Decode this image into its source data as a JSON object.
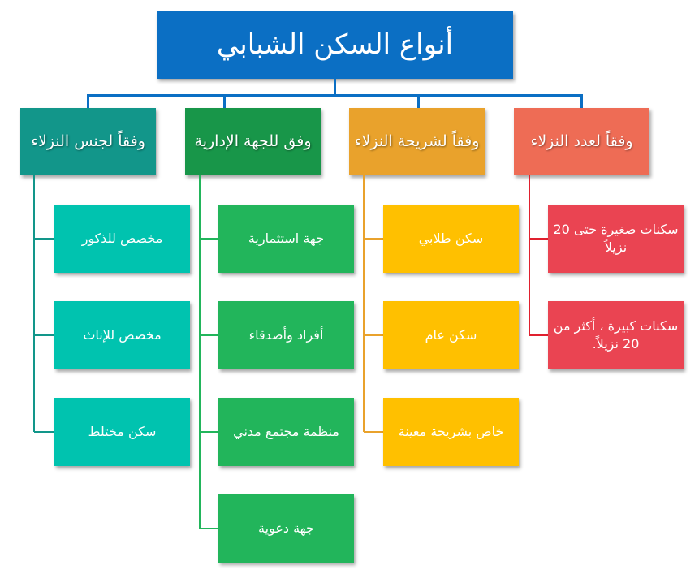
{
  "title": "أنواع السكن الشبابي",
  "colors": {
    "title": "#0b6fc4",
    "connector": "#0b6fc4"
  },
  "categories": [
    {
      "label": "وفقاً لجنس النزلاء",
      "header_color": "#12968a",
      "item_color": "#00c3af",
      "line_color": "#12968a",
      "items": [
        "مخصص للذكور",
        "مخصص للإناث",
        "سكن مختلط"
      ]
    },
    {
      "label": "وفق للجهة الإدارية",
      "header_color": "#189649",
      "item_color": "#22b55b",
      "line_color": "#22b55b",
      "items": [
        "جهة استثمارية",
        "أفراد وأصدقاء",
        "منظمة مجتمع مدني",
        "جهة دعوية"
      ]
    },
    {
      "label": "وفقاً لشريحة النزلاء",
      "header_color": "#e9a22c",
      "item_color": "#ffc000",
      "line_color": "#e9a22c",
      "items": [
        "سكن طلابي",
        "سكن عام",
        "خاص بشريحة معينة"
      ]
    },
    {
      "label": "وفقاً لعدد النزلاء",
      "header_color": "#ee6c55",
      "item_color": "#ea4452",
      "line_color": "#e0202e",
      "items": [
        "سكنات صغيرة حتى 20 نزيلاً",
        "سكنات كبيرة ، أكثر من 20 نزيلاً."
      ]
    }
  ]
}
